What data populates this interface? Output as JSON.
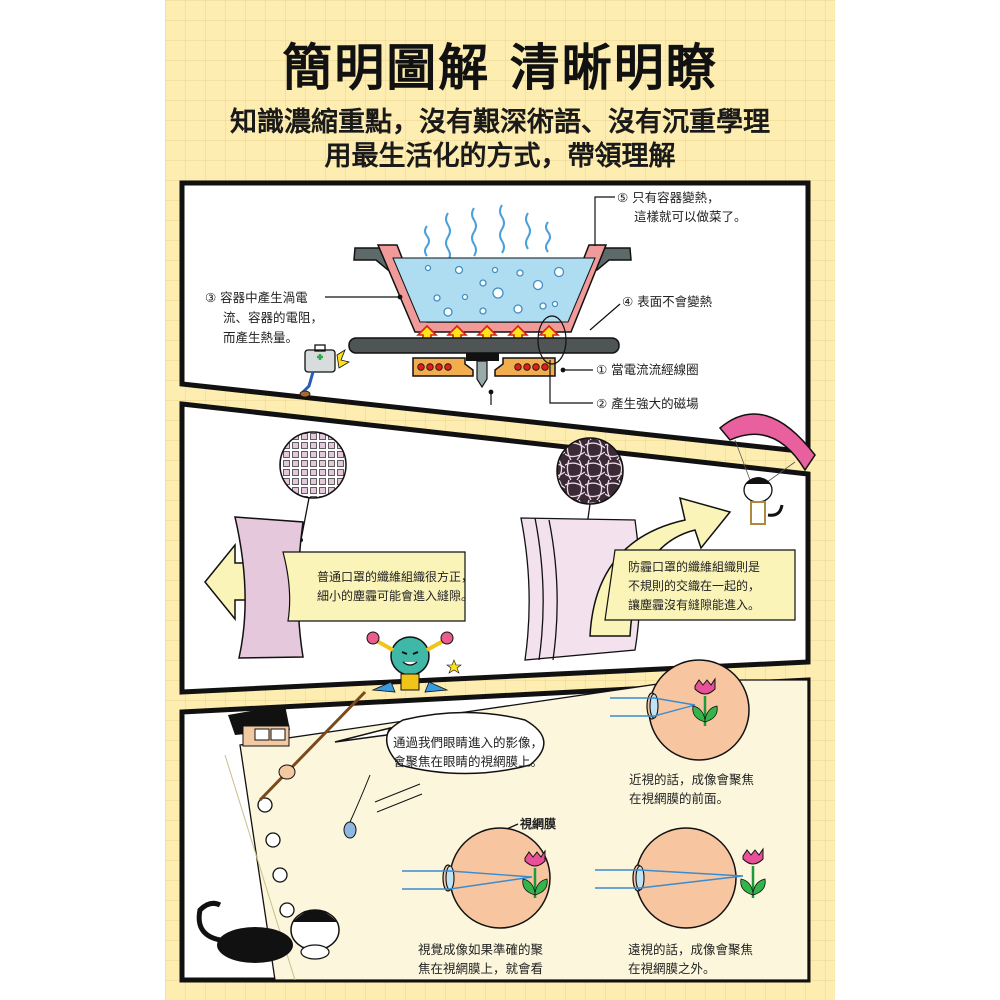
{
  "header": {
    "title": "簡明圖解 清晰明瞭",
    "subtitle_line1": "知識濃縮重點，沒有艱深術語、沒有沉重學理",
    "subtitle_line2": "用最生活化的方式，帶領理解"
  },
  "panel1": {
    "topic": "induction-cooker",
    "labels": {
      "step5_line1": "⑤ 只有容器變熱，",
      "step5_line2": "這樣就可以做菜了。",
      "step3_line1": "③ 容器中產生渦電",
      "step3_line2": "流、容器的電阻，",
      "step3_line3": "而產生熱量。",
      "step4": "④ 表面不會變熱",
      "step1": "① 當電流流經線圈",
      "step2": "② 產生強大的磁場"
    }
  },
  "panel2": {
    "topic": "mask-fibers",
    "normal_mask_line1": "普通口罩的纖維組織很方正，",
    "normal_mask_line2": "細小的塵霾可能會進入縫隙。",
    "smog_mask_line1": "防霾口罩的纖維組織則是",
    "smog_mask_line2": "不規則的交織在一起的，",
    "smog_mask_line3": "讓塵霾沒有縫隙能進入。"
  },
  "panel3": {
    "topic": "eye-focus",
    "speech_line1": "通過我們眼睛進入的影像，",
    "speech_line2": "會聚焦在眼睛的視網膜上。",
    "retina_label": "視網膜",
    "myopia_line1": "近視的話，成像會聚焦",
    "myopia_line2": "在視網膜的前面。",
    "normal_line1": "視覺成像如果準確的聚",
    "normal_line2": "焦在視網膜上，就會看",
    "hyperopia_line1": "遠視的話，成像會聚焦",
    "hyperopia_line2": "在視網膜之外。"
  },
  "colors": {
    "page_bg": "#fdedb0",
    "panel_border": "#111111",
    "water": "#aedcf0",
    "pot_rim": "#f09a9a",
    "heat_arrow": "#ffe21a",
    "coil_box": "#f2ad4e",
    "mask_pink": "#e6c8dc",
    "arrow_cream": "#fbf4b8",
    "eyeball": "#f7c5a0",
    "tulip": "#e8509a",
    "parachute": "#e9609e"
  }
}
